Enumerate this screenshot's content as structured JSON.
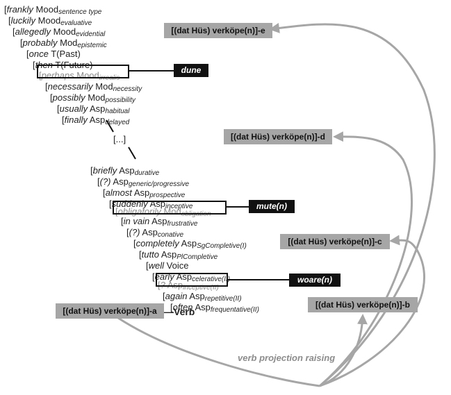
{
  "hierarchy": [
    {
      "bracket": "[",
      "adv": "frankly",
      "head": "Mood",
      "sub": "sentence type"
    },
    {
      "bracket": "[",
      "adv": "luckily",
      "head": "Mood",
      "sub": "evaluative"
    },
    {
      "bracket": "[",
      "adv": "allegedly",
      "head": "Mood",
      "sub": "evidential"
    },
    {
      "bracket": "[",
      "adv": "probably",
      "head": "Mod",
      "sub": "epistemic"
    },
    {
      "bracket": "[",
      "adv": "once",
      "head": "T(Past)",
      "sub": ""
    },
    {
      "bracket": "[",
      "adv": "then",
      "head": "T(Future)",
      "sub": ""
    },
    {
      "bracket": "[",
      "adv": "perhaps",
      "head": "Mood",
      "sub": "irrealis"
    },
    {
      "bracket": "[",
      "adv": "necessarily",
      "head": "Mod",
      "sub": "necessity"
    },
    {
      "bracket": "[",
      "adv": "possibly",
      "head": "Mod",
      "sub": "possibility"
    },
    {
      "bracket": "[",
      "adv": "usually",
      "head": "Asp",
      "sub": "habitual"
    },
    {
      "bracket": "[",
      "adv": "finally",
      "head": "Asp",
      "sub": "delayed"
    },
    {
      "bracket": "[",
      "adv": "briefly",
      "head": "Asp",
      "sub": "durative"
    },
    {
      "bracket": "[",
      "adv": "(?)",
      "head": "Asp",
      "sub": "generic/progressive"
    },
    {
      "bracket": "[",
      "adv": "almost",
      "head": "Asp",
      "sub": "prospective"
    },
    {
      "bracket": "[",
      "adv": "suddenly",
      "head": "Asp",
      "sub": "inceptive"
    },
    {
      "bracket": "[",
      "adv": "obligatorily",
      "head": "Mod",
      "sub": "obligation"
    },
    {
      "bracket": "[",
      "adv": "in vain",
      "head": "Asp",
      "sub": "frustrative"
    },
    {
      "bracket": "[",
      "adv": "(?)",
      "head": "Asp",
      "sub": "conative"
    },
    {
      "bracket": "[",
      "adv": "completely",
      "head": "Asp",
      "sub": "SgCompletive(I)"
    },
    {
      "bracket": "[",
      "adv": "tutto",
      "head": "Asp",
      "sub": "PlCompletive"
    },
    {
      "bracket": "[",
      "adv": "well",
      "head": "Voice",
      "sub": ""
    },
    {
      "bracket": "[",
      "adv": "early",
      "head": "Asp",
      "sub": "celerative(II)"
    },
    {
      "bracket": "[",
      "adv": "?",
      "head": "Asp",
      "sub": "inceptive(II)"
    },
    {
      "bracket": "[",
      "adv": "again",
      "head": "Asp",
      "sub": "repetitive(II)"
    },
    {
      "bracket": "[",
      "adv": "often",
      "head": "Asp",
      "sub": "frequentative(II)"
    }
  ],
  "ellipsis": "[...]",
  "verb": "Verb",
  "verb_dash": "—",
  "labels": {
    "dune": "dune",
    "mute": "mute(n)",
    "woare": "woare(n)"
  },
  "positions": {
    "a": "[(dat Hüs) verköpe(n)]-a",
    "b": "[(dat Hüs) verköpe(n)]-b",
    "c": "[(dat Hüs) verköpe(n)]-c",
    "d": "[(dat Hüs) verköpe(n)]-d",
    "e": "[(dat Hüs) verköpe(n)]-e"
  },
  "movement_label": "verb projection raising",
  "colors": {
    "grey_box": "#a6a6a6",
    "arrow": "#a6a6a6",
    "black_label": "#111111",
    "greyed_text": "#8c8c8c"
  }
}
